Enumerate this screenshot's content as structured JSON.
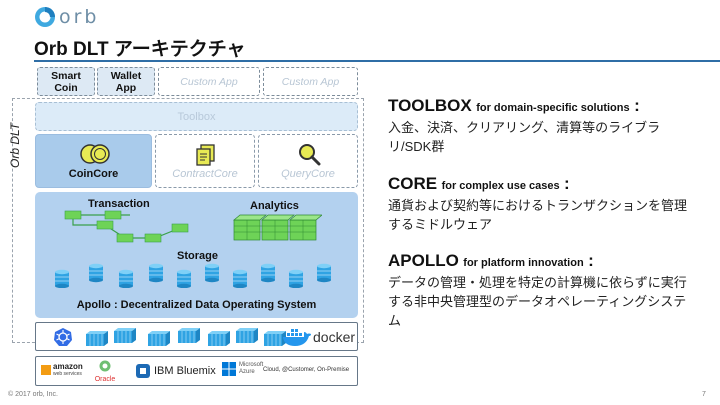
{
  "logo": {
    "text": "orb"
  },
  "slide": {
    "title": "Orb DLT アーキテクチャ"
  },
  "stack": {
    "side_label": "Orb DLT",
    "apps": [
      {
        "label": "Smart\nCoin"
      },
      {
        "label": "Wallet\nApp"
      },
      {
        "label": "Custom App"
      },
      {
        "label": "Custom App"
      }
    ],
    "toolbox_label": "Toolbox",
    "core_boxes": [
      "CoinCore",
      "ContractCore",
      "QueryCore"
    ],
    "apollo": {
      "transaction_label": "Transaction",
      "analytics_label": "Analytics",
      "storage_label": "Storage",
      "footer_label": "Apollo : Decentralized Data Operating System"
    },
    "runtime": {
      "docker_label": "docker"
    },
    "providers": {
      "amazon_label": "amazon",
      "amazon_sub": "web services",
      "oracle_label": "Oracle",
      "ibm_label": "IBM Bluemix",
      "azure_label": "Microsoft",
      "azure_sub": "Azure",
      "onprem_label": "Cloud, @Customer, On-Premise"
    }
  },
  "sections": [
    {
      "title": "TOOLBOX",
      "subtitle": "for domain-specific solutions",
      "colon": ":",
      "body": "入金、決済、クリアリング、清算等のライブラリ/SDK群"
    },
    {
      "title": "CORE",
      "subtitle": "for complex use cases",
      "colon": ":",
      "body": "通貨および契約等におけるトランザクションを管理するミドルウェア"
    },
    {
      "title": "APOLLO",
      "subtitle": "for platform innovation",
      "colon": ":",
      "body": "データの管理・処理を特定の計算機に依らずに実行する非中央管理型のデータオペレーティングシステム"
    }
  ],
  "footer": {
    "copyright": "© 2017 orb, Inc.",
    "page": "7"
  },
  "colors": {
    "accent": "#2f6ea6",
    "core_blue": "#a9cbeb",
    "apollo_blue": "#b3d1ef",
    "coin_yellow": "#e8ea54",
    "analytics_green": "#6ed357",
    "storage_blue": "#2fa3e3"
  }
}
